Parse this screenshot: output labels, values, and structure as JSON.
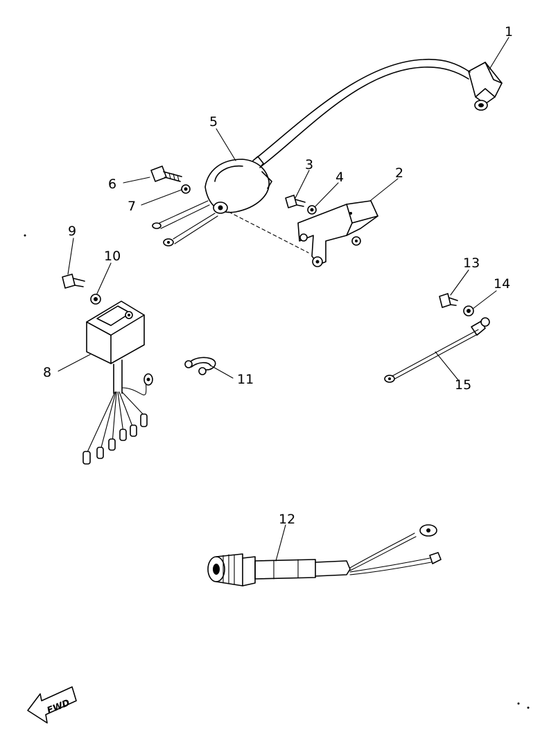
{
  "callouts": [
    {
      "id": "1",
      "label": "1"
    },
    {
      "id": "2",
      "label": "2"
    },
    {
      "id": "3",
      "label": "3"
    },
    {
      "id": "4",
      "label": "4"
    },
    {
      "id": "5",
      "label": "5"
    },
    {
      "id": "6",
      "label": "6"
    },
    {
      "id": "7",
      "label": "7"
    },
    {
      "id": "8",
      "label": "8"
    },
    {
      "id": "9",
      "label": "9"
    },
    {
      "id": "10",
      "label": "10"
    },
    {
      "id": "11",
      "label": "11"
    },
    {
      "id": "12",
      "label": "12"
    },
    {
      "id": "13",
      "label": "13"
    },
    {
      "id": "14",
      "label": "14"
    },
    {
      "id": "15",
      "label": "15"
    }
  ],
  "direction_badge": {
    "label": "FWD"
  }
}
